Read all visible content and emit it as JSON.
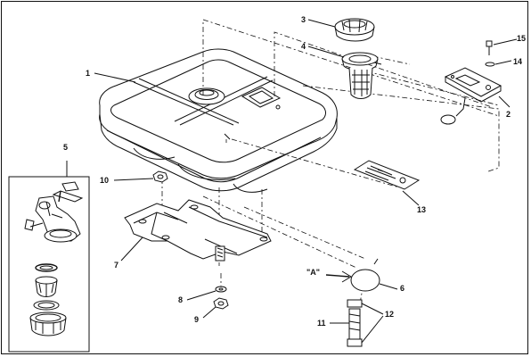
{
  "diagram": {
    "callouts": {
      "c1": "1",
      "c2": "2",
      "c3": "3",
      "c4": "4",
      "c5": "5",
      "c6": "6",
      "c7": "7",
      "c8": "8",
      "c9": "9",
      "c10": "10",
      "c11": "11",
      "c12": "12",
      "c13": "13",
      "c14": "14",
      "c15": "15",
      "detail_a": "\"A\""
    }
  }
}
